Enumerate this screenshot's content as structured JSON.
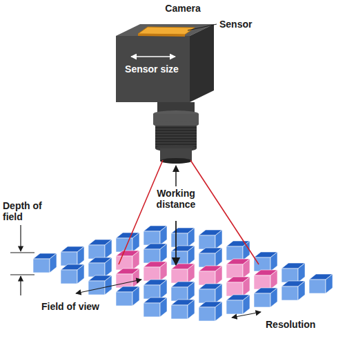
{
  "diagram": {
    "labels": [
      "Camera",
      "Sensor",
      "Sensor size",
      "Working distance",
      "Depth of field",
      "Field of view",
      "Resolution"
    ]
  }
}
